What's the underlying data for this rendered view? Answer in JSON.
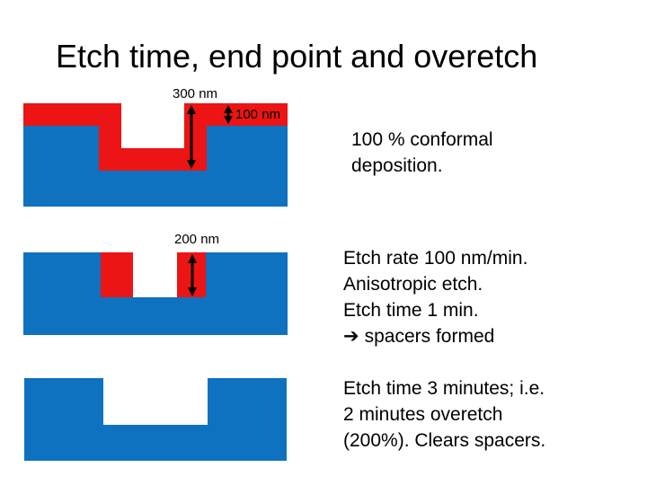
{
  "slide": {
    "title": "Etch time, end point and overetch"
  },
  "colors": {
    "film_red": "#ec1414",
    "substrate_blue": "#0e72c0",
    "text_black": "#000000"
  },
  "diagram1": {
    "label_depth": "300 nm",
    "label_film": "100 nm"
  },
  "diagram2": {
    "label_spacer": "200 nm"
  },
  "notes": {
    "conformal": {
      "line1": "100 % conformal",
      "line2": "deposition."
    },
    "etch": {
      "line1": "Etch rate 100 nm/min.",
      "line2": "Anisotropic etch.",
      "line3": "Etch time 1 min.",
      "arrow_icon": "➔",
      "line4": "spacers formed"
    },
    "overetch": {
      "line1": "Etch time 3 minutes; i.e.",
      "line2": "2 minutes overetch",
      "line3": "(200%). Clears spacers."
    }
  }
}
